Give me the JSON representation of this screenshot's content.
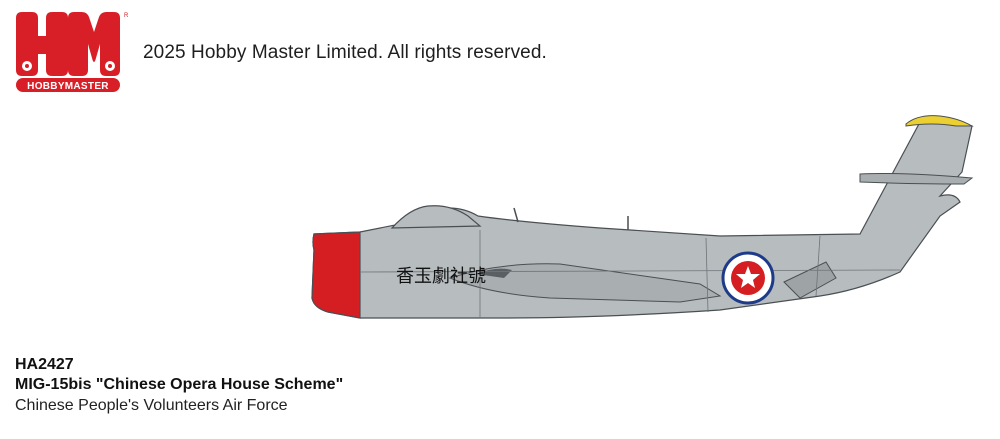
{
  "brand": {
    "name": "Hobby Master",
    "logo_mark": "HM",
    "logo_sub": "HOBBYMASTER",
    "logo_reg": "R",
    "brand_color": "#d81e27"
  },
  "header": {
    "copyright": "2025 Hobby Master Limited. All rights reserved."
  },
  "aircraft": {
    "nose_color": "#d41e22",
    "body_color": "#b7bcbf",
    "fin_tip_color": "#ecd032",
    "roundel_icon": "red-star-roundel-icon",
    "nose_inscription": "香玉劇社號"
  },
  "product": {
    "code": "HA2427",
    "model": "MIG-15bis \"Chinese Opera House Scheme\"",
    "operator": "Chinese People's Volunteers Air Force"
  }
}
